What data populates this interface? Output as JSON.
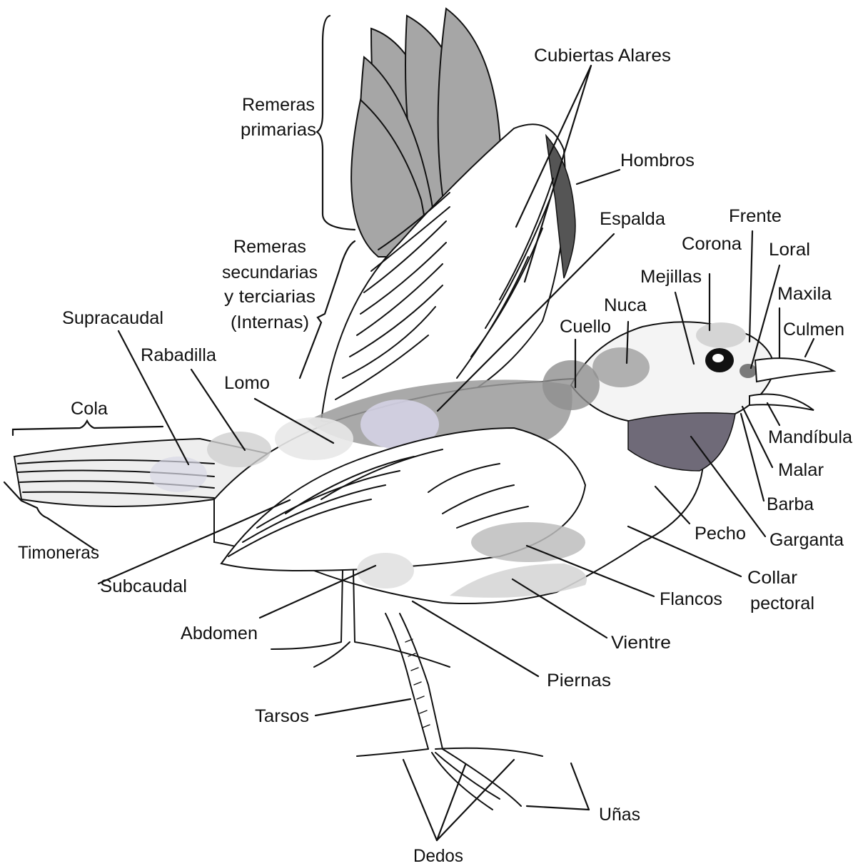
{
  "labels": {
    "remeras_primarias_1": "Remeras",
    "remeras_primarias_2": "primarias",
    "cubiertas_alares": "Cubiertas Alares",
    "hombros": "Hombros",
    "espalda": "Espalda",
    "frente": "Frente",
    "corona": "Corona",
    "loral": "Loral",
    "mejillas": "Mejillas",
    "maxila": "Maxila",
    "nuca": "Nuca",
    "culmen": "Culmen",
    "cuello": "Cuello",
    "remeras_sec_1": "Remeras",
    "remeras_sec_2": "secundarias",
    "remeras_sec_3": "y terciarias",
    "remeras_sec_4": "(Internas)",
    "supracaudal": "Supracaudal",
    "rabadilla": "Rabadilla",
    "lomo": "Lomo",
    "cola": "Cola",
    "mandibula": "Mandíbula",
    "malar": "Malar",
    "barba": "Barba",
    "pecho": "Pecho",
    "garganta": "Garganta",
    "timoneras": "Timoneras",
    "subcaudal": "Subcaudal",
    "collar_1": "Collar",
    "collar_2": "pectoral",
    "flancos": "Flancos",
    "abdomen": "Abdomen",
    "vientre": "Vientre",
    "piernas": "Piernas",
    "tarsos": "Tarsos",
    "unas": "Uñas",
    "dedos": "Dedos"
  },
  "colors": {
    "ink": "#111111",
    "primary_feathers": "#a6a6a6",
    "back_gray": "#9a9a9a",
    "throat": "#6f6a78",
    "light_gray": "#cfcfcf",
    "pale_gray": "#e2e2e6",
    "hombros_band": "#555555"
  }
}
